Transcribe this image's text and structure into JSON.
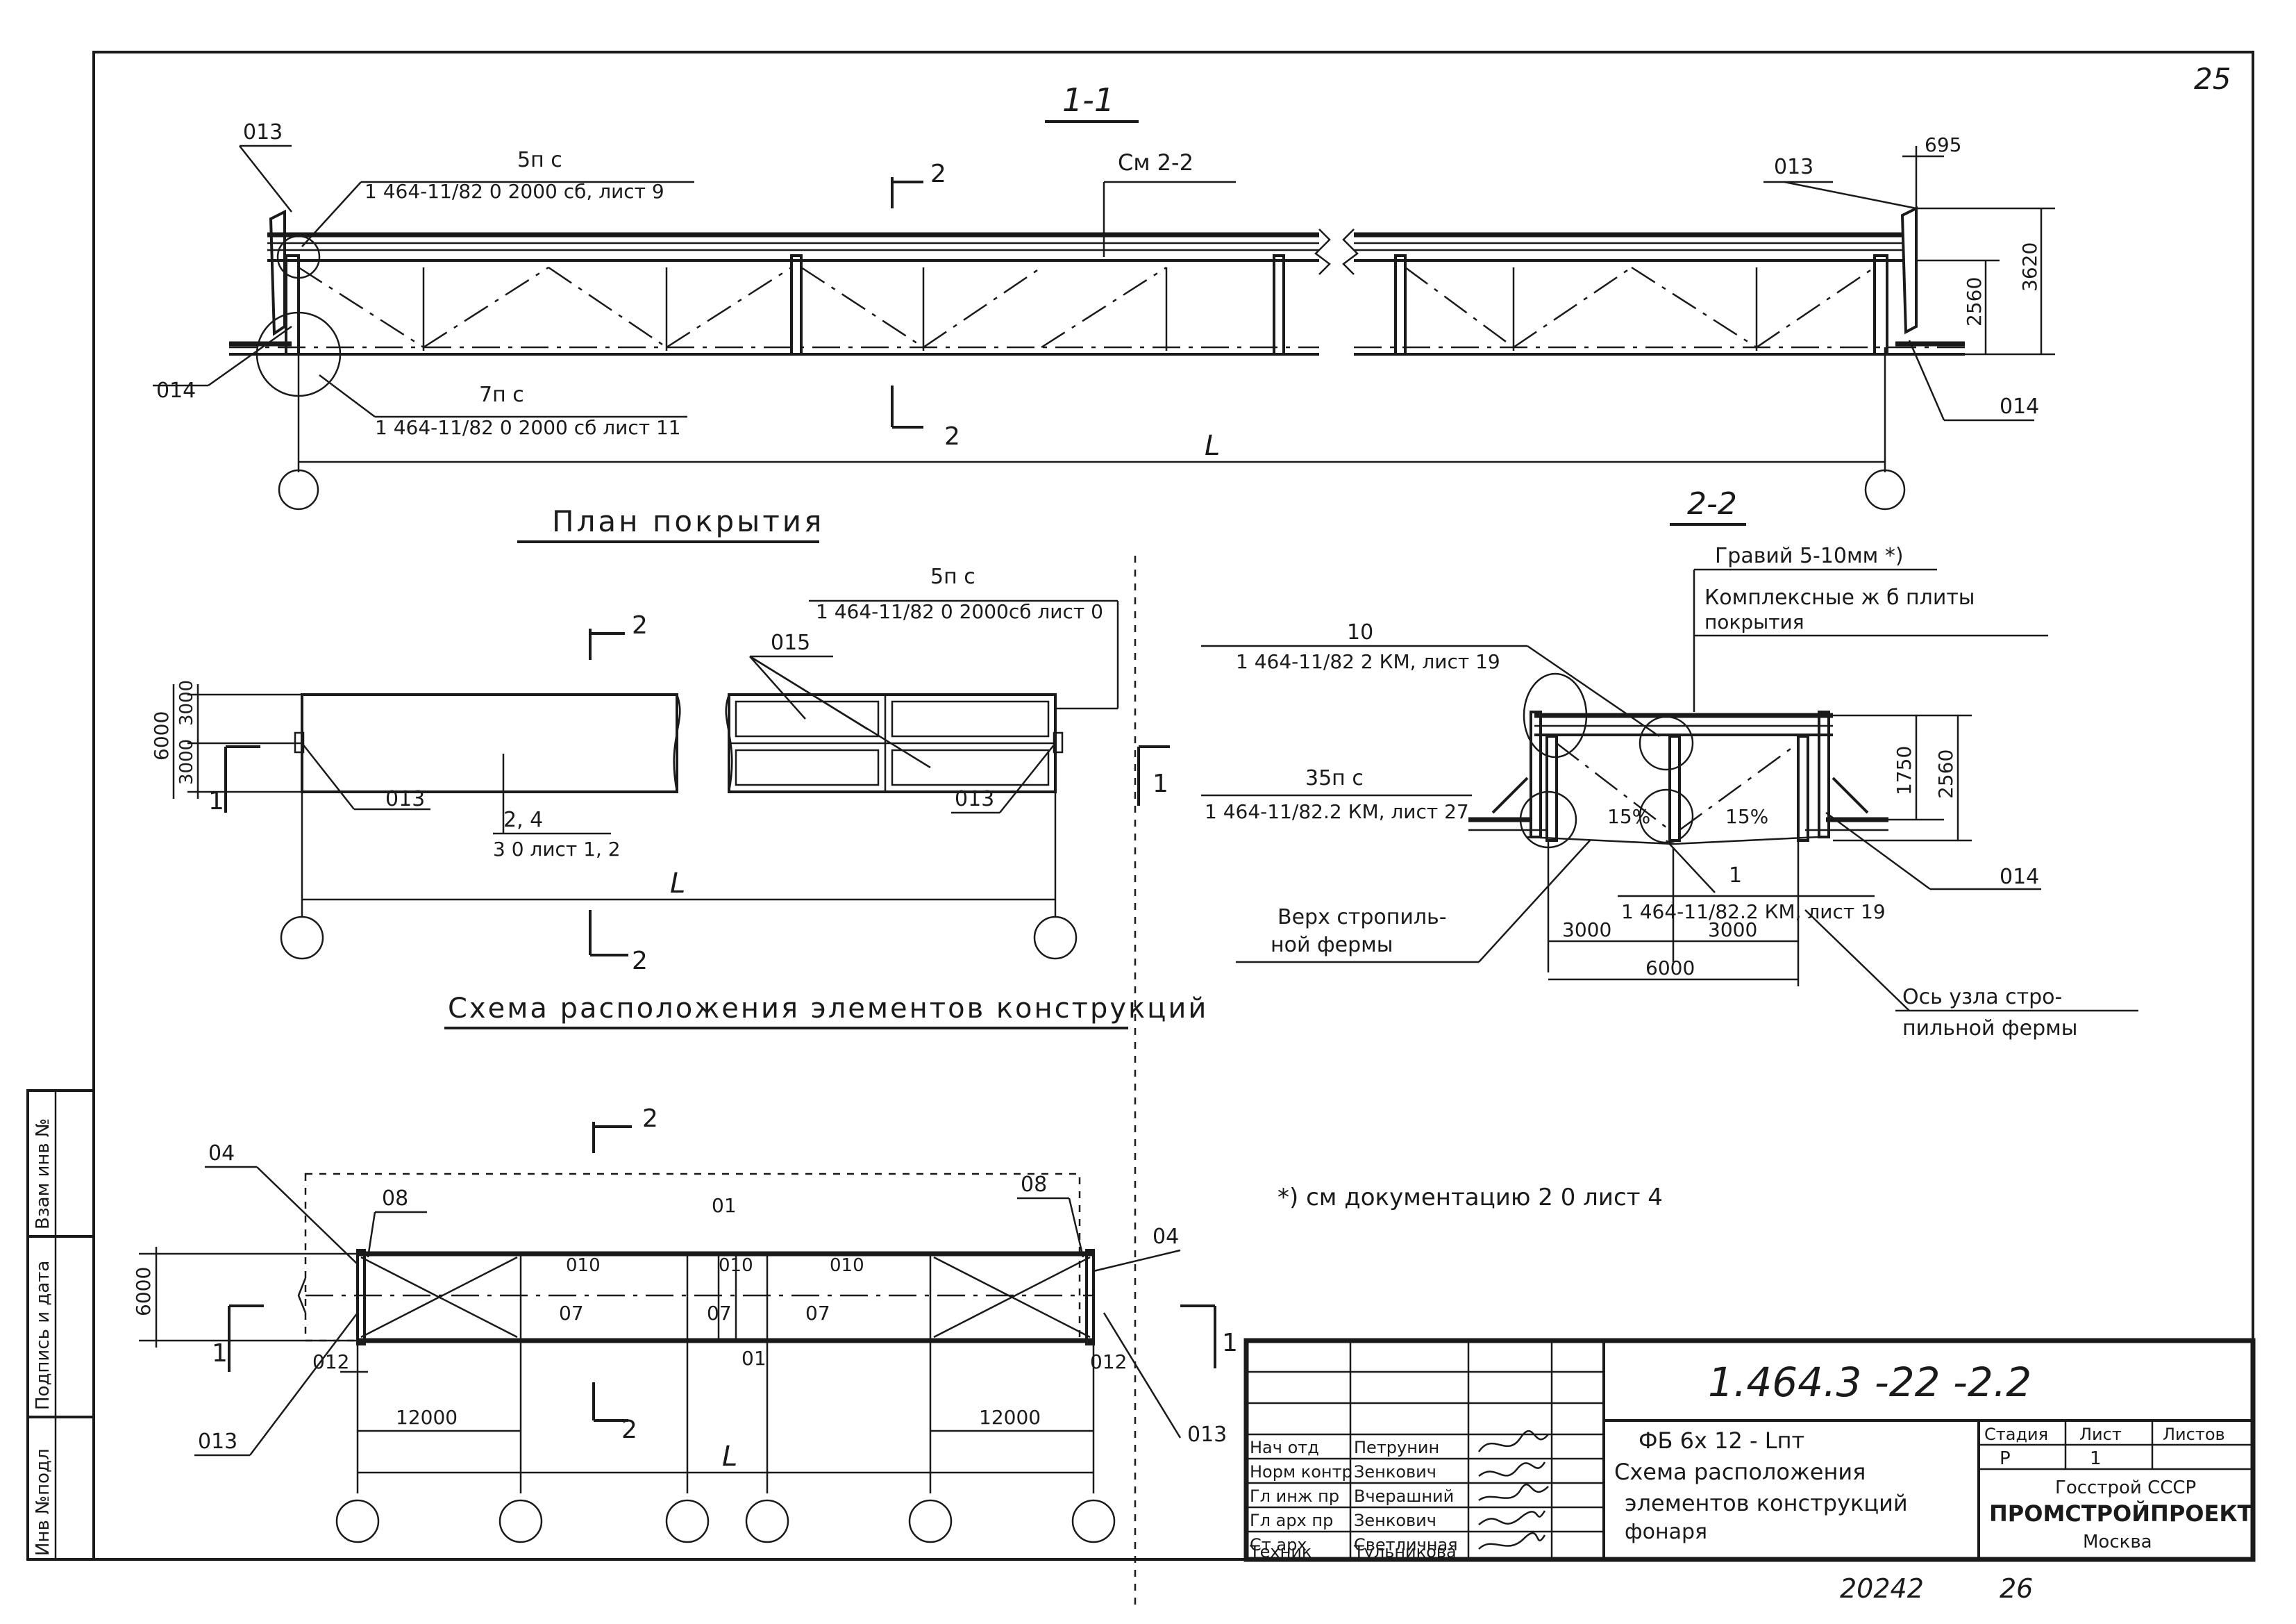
{
  "sheet_number_top": "25",
  "bottom_numbers": {
    "inventory": "20242",
    "page": "26"
  },
  "section_1_1": {
    "title": "1-1",
    "labels": {
      "n013_left": "013",
      "n014_left": "014",
      "n013_right": "013",
      "n014_right": "014",
      "ref5_top": "5п с",
      "ref5_bottom": "1 464-11/82 0 2000 сб, лист 9",
      "ref7_top": "7п с",
      "ref7_bottom": "1 464-11/82 0 2000 сб лист 11",
      "cut_note": "См 2-2",
      "cut_top": "2",
      "cut_bottom": "2",
      "span": "L",
      "dim_695": "695",
      "dim_2560": "2560",
      "dim_3620": "3620"
    }
  },
  "plan": {
    "title": "План покрытия",
    "labels": {
      "ref5_top": "5п с",
      "ref5_bottom": "1 464-11/82 0 2000сб лист 0",
      "n015": "015",
      "n013_left": "013",
      "n013_right": "013",
      "ref24_top": "2, 4",
      "ref24_bottom": "3 0 лист 1, 2",
      "dim_6000": "6000",
      "dim_3000_top": "3000",
      "dim_3000_bottom": "3000",
      "cut_top": "2",
      "cut_bottom": "2",
      "sec_left": "1",
      "sec_right": "1",
      "span": "L"
    }
  },
  "section_2_2": {
    "title": "2-2",
    "labels": {
      "gravel": "Гравий 5-10мм *)",
      "slabs_1": "Комплексные ж б плиты",
      "slabs_2": "покрытия",
      "ref10_top": "10",
      "ref10_bottom": "1 464-11/82 2 КМ, лист 19",
      "ref35_top": "35п с",
      "ref35_bottom": "1 464-11/82.2 КМ, лист 27",
      "ref1_top": "1",
      "ref1_bottom": "1 464-11/82.2 КМ, лист 19",
      "slope_left": "15%",
      "slope_right": "15%",
      "dim_1750": "1750",
      "dim_2560": "2560",
      "dim_3000_left": "3000",
      "dim_3000_right": "3000",
      "dim_6000": "6000",
      "n014": "014",
      "truss_top_1": "Верх стропиль-",
      "truss_top_2": "ной фермы",
      "node_axis_1": "Ось узла стро-",
      "node_axis_2": "пильной фермы"
    }
  },
  "layout_scheme": {
    "title": "Схема расположения элементов конструкций",
    "labels": {
      "n04_left": "04",
      "n04_right": "04",
      "n08_left": "08",
      "n08_right": "08",
      "n01_top": "01",
      "n01_bottom": "01",
      "n010_a": "010",
      "n010_b": "010",
      "n010_c": "010",
      "n07_a": "07",
      "n07_b": "07",
      "n07_c": "07",
      "n012_left": "012",
      "n012_right": "012",
      "n013_left": "013",
      "n013_right": "013",
      "dim_6000": "6000",
      "dim_12000_left": "12000",
      "dim_12000_right": "12000",
      "cut_top": "2",
      "cut_bottom": "2",
      "sec_left": "1",
      "sec_right": "1",
      "span": "L"
    }
  },
  "footnote": "*) см документацию 2 0 лист 4",
  "stamp": {
    "roles": [
      "Нач отд",
      "Норм контр",
      "Гл инж пр",
      "Гл арх пр",
      "Ст арх",
      "Техник"
    ],
    "names": [
      "Петрунин",
      "Зенкович",
      "Вчерашний",
      "Зенкович",
      "Светличная",
      "Тульникова"
    ],
    "doc_code": "1.464.3 -22 -2.2",
    "product": "ФБ 6х 12 - Lпт",
    "title_1": "Схема расположения",
    "title_2": "элементов конструкций",
    "title_3": "фонаря",
    "stage_label": "Стадия",
    "sheet_label": "Лист",
    "sheets_label": "Листов",
    "stage": "Р",
    "sheet": "1",
    "org_1": "Госстрой СССР",
    "org_2": "ПРОМСТРОЙПРОЕКТ",
    "org_3": "Москва"
  },
  "side_stamp": {
    "inv_no": "Инв №подл",
    "sign_date": "Подпись и дата",
    "replace_inv": "Взам инв №"
  }
}
